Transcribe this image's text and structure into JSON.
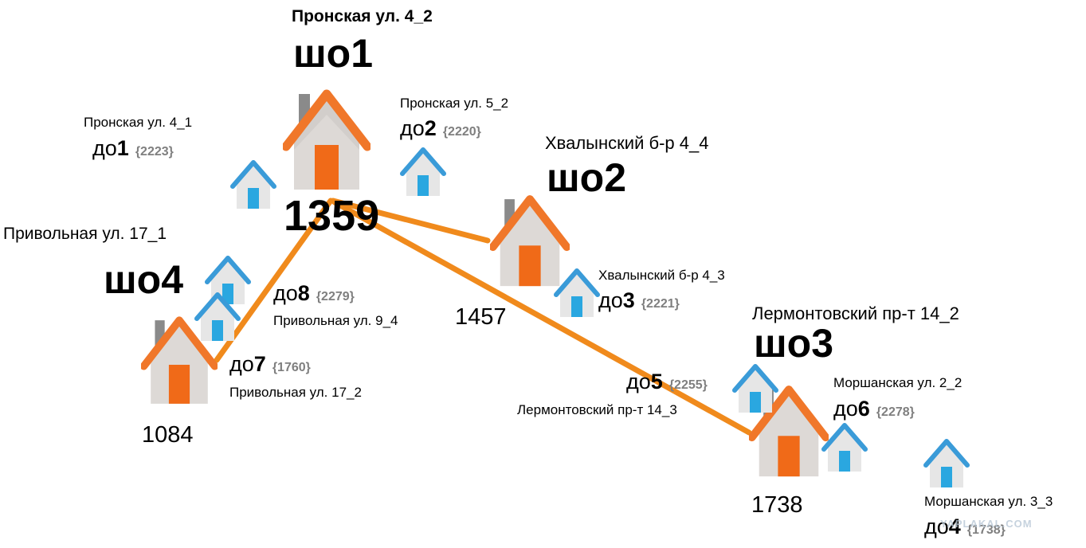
{
  "links": [
    {
      "from": "sho1",
      "to": "sho2"
    },
    {
      "from": "sho1",
      "to": "sho3"
    },
    {
      "from": "sho1",
      "to": "sho4"
    }
  ],
  "colors": {
    "link": "#f08a1c",
    "roof": "#f0772a",
    "house_blue": "#3a9bd8"
  },
  "icons": [
    "large-house-icon",
    "small-house-icon"
  ],
  "sho1": {
    "address": "Пронская ул. 4_2",
    "label": "шо1",
    "value": "1359"
  },
  "sho2": {
    "address": "Хвалынский б-р 4_4",
    "label": "шо2",
    "value": "1457"
  },
  "sho3": {
    "address": "Лермонтовский пр-т 14_2",
    "label": "шо3",
    "value": "1738"
  },
  "sho4": {
    "address": "Привольная  ул. 17_1",
    "label": "шо4",
    "value": "1084"
  },
  "do1": {
    "address": "Пронская ул. 4_1",
    "prefix": "до",
    "num": "1",
    "code": "{2223}"
  },
  "do2": {
    "address": "Пронская ул. 5_2",
    "prefix": "до",
    "num": "2",
    "code": "{2220}"
  },
  "do3": {
    "address": "Хвалынский б-р 4_3",
    "prefix": "до",
    "num": "3",
    "code": "{2221}"
  },
  "do4": {
    "address": "Моршанская ул. 3_3",
    "prefix": "до",
    "num": "4",
    "code": "{1738}"
  },
  "do5": {
    "address": "Лермонтовский пр-т  14_3",
    "prefix": "до",
    "num": "5",
    "code": "{2255}"
  },
  "do6": {
    "address": "Моршанская  ул. 2_2",
    "prefix": "до",
    "num": "6",
    "code": "{2278}"
  },
  "do7": {
    "address": "Привольная  ул. 17_2",
    "prefix": "до",
    "num": "7",
    "code": "{1760}"
  },
  "do8": {
    "address": "Привольная  ул. 9_4",
    "prefix": "до",
    "num": "8",
    "code": "{2279}"
  },
  "watermark": "YAPLAKAL.COM"
}
